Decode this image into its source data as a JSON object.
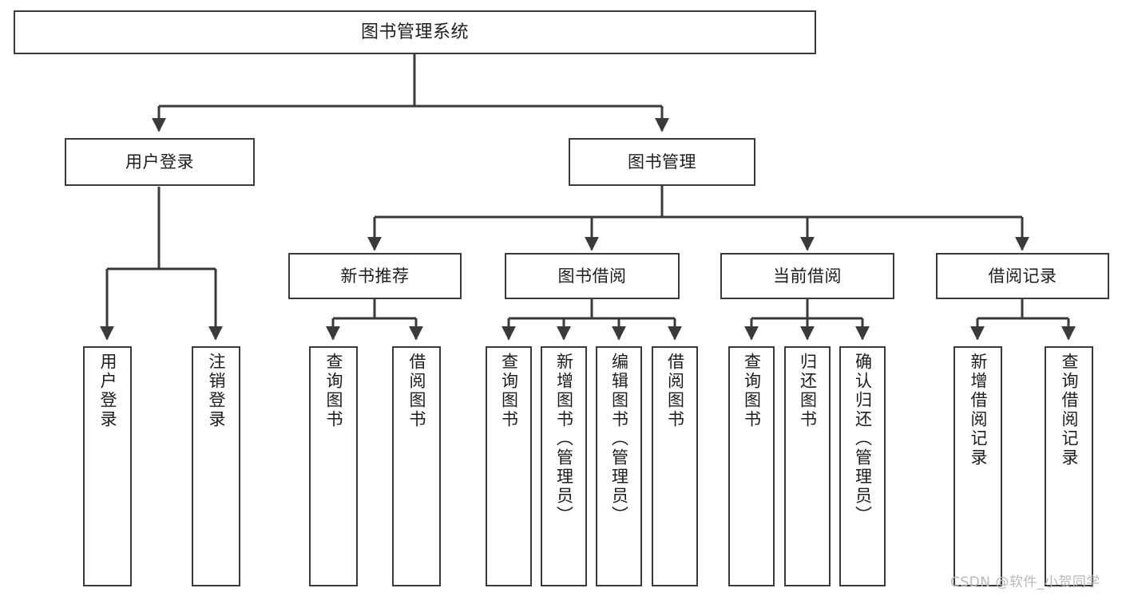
{
  "diagram": {
    "title": "图书管理系统",
    "type": "tree",
    "orientation": "top-down",
    "colors": {
      "background": "#ffffff",
      "node_fill": "#ffffff",
      "node_stroke": "#3a3a3a",
      "edge_stroke": "#3a3a3a",
      "text": "#1d1d1d",
      "watermark": "#b9b9b9"
    },
    "watermark": "CSDN @软件_小贺同学",
    "nodes": {
      "root": {
        "label": "图书管理系统"
      },
      "level1": [
        {
          "id": "user-login",
          "label": "用户登录"
        },
        {
          "id": "book-manage",
          "label": "图书管理"
        }
      ],
      "level2": [
        {
          "id": "new-book-recommend",
          "label": "新书推荐",
          "parent": "book-manage"
        },
        {
          "id": "book-borrow",
          "label": "图书借阅",
          "parent": "book-manage"
        },
        {
          "id": "current-borrow",
          "label": "当前借阅",
          "parent": "book-manage"
        },
        {
          "id": "borrow-record",
          "label": "借阅记录",
          "parent": "book-manage"
        }
      ],
      "leaves": {
        "user-login": [
          {
            "id": "leaf-user-login",
            "label": "用户登录"
          },
          {
            "id": "leaf-user-logout",
            "label": "注销登录"
          }
        ],
        "new-book-recommend": [
          {
            "id": "leaf-query-book-1",
            "label": "查询图书"
          },
          {
            "id": "leaf-borrow-book-1",
            "label": "借阅图书"
          }
        ],
        "book-borrow": [
          {
            "id": "leaf-query-book-2",
            "label": "查询图书"
          },
          {
            "id": "leaf-add-book",
            "label": "新增图书（管理员）"
          },
          {
            "id": "leaf-edit-book",
            "label": "编辑图书（管理员）"
          },
          {
            "id": "leaf-borrow-book-2",
            "label": "借阅图书"
          }
        ],
        "current-borrow": [
          {
            "id": "leaf-query-book-3",
            "label": "查询图书"
          },
          {
            "id": "leaf-return-book",
            "label": "归还图书"
          },
          {
            "id": "leaf-confirm-return",
            "label": "确认归还（管理员）"
          }
        ],
        "borrow-record": [
          {
            "id": "leaf-add-record",
            "label": "新增借阅记录"
          },
          {
            "id": "leaf-query-record",
            "label": "查询借阅记录"
          }
        ]
      }
    }
  }
}
